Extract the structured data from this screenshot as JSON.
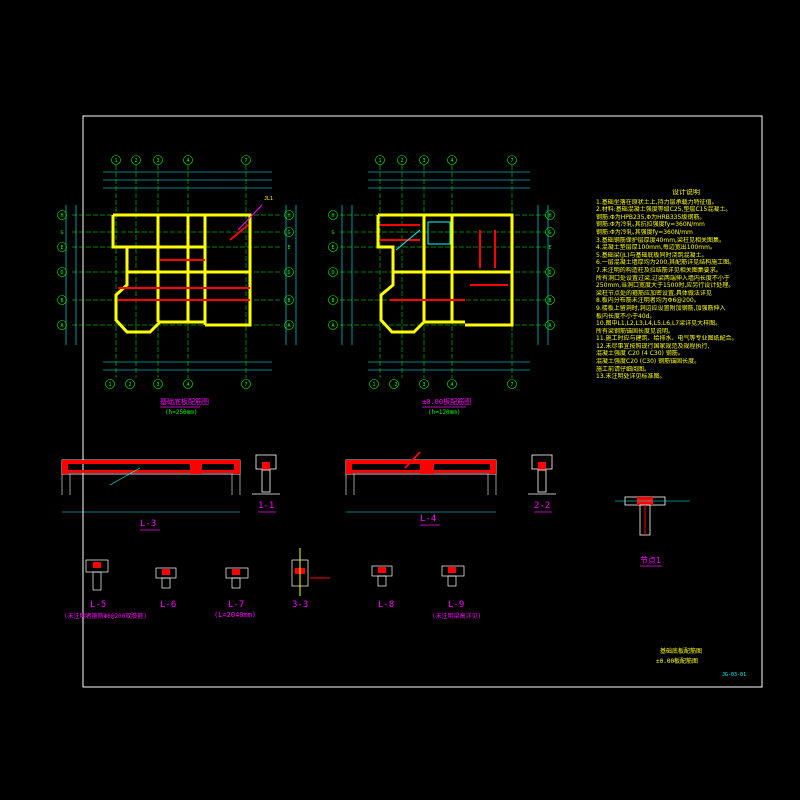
{
  "sheet": {
    "colors": {
      "background": "#000000",
      "frame": "#ffffff",
      "walls": "#ffff00",
      "beams": "#ff0000",
      "grid": "#00ff00",
      "dims": "#00ffff",
      "labels": "#ff00ff"
    }
  },
  "plans": {
    "left": {
      "title": "基础底板配筋图",
      "scale": "(h=250mm)",
      "grid_top": [
        "1",
        "2",
        "3",
        "4",
        "7"
      ],
      "grid_side": [
        "H",
        "G",
        "E",
        "D",
        "B",
        "A"
      ]
    },
    "right": {
      "title": "±0.00板配筋图",
      "scale": "(h=120mm)",
      "grid_top": [
        "1",
        "2",
        "3",
        "4",
        "7"
      ],
      "grid_side": [
        "H",
        "G",
        "E",
        "D",
        "B",
        "A"
      ]
    }
  },
  "notes": {
    "title": "设计说明",
    "items": [
      "1.基础坐落在原状土上,持力层承载力特征值。",
      "2.材料:基础混凝土强度等级C25,垫层C15混凝土。",
      "  钢筋:Φ为HPB235,Φ为HRB335级钢筋。",
      "  钢筋:Φ为冷轧,其抗拉强度fy=360N/mm",
      "  钢筋:Φ为冷轧,其强度fy=360N/mm",
      "3.基础钢筋保护层厚度40mm,梁柱见相关图集。",
      "4.混凝土垫层厚100mm,每边宽出100mm。",
      "5.基础梁(JL)与基础底板同时浇筑混凝土。",
      "6.一层混凝土墙厚均为200,其配筋详见结构施工图。",
      "7.未注明的构造柱及拉结筋详见相关图集要求。",
      "  所有洞口处设置过梁,过梁两端伸入墙内长度不小于",
      "  250mm,当洞口宽度大于1500时,应另行设计处理。",
      "  梁柱节点处的箍筋应加密设置,具体做法详见",
      "8.板内分布筋未注明者均为Φ6@200。",
      "9.楼板上留洞时,洞边应设置附加钢筋,加强筋伸入",
      "  板内长度不小于40d。",
      "10.图中L1,L2,L3,L4,L5,L6,L7梁详见大样图。",
      "  所有梁钢筋锚固长度见说明。",
      "11.施工时应与建筑、给排水、电气等专业图纸配合。",
      "12.未尽事宜按照现行国家规范及规程执行,",
      "  混凝土强度 C20 (4 C30) 钢筋。",
      "  混凝土强度C20 (C30) 钢筋锚固长度。",
      "  施工前请仔细阅图。",
      "13.未注明处详见标准图。"
    ]
  },
  "sections": {
    "L3": {
      "label": "L-3"
    },
    "L4": {
      "label": "L-4"
    },
    "s11": {
      "label": "1-1"
    },
    "s22": {
      "label": "2-2"
    },
    "L5": {
      "label": "L-5",
      "note": "(未注明者箍筋Φ6@200双肢箍)"
    },
    "L6": {
      "label": "L-6"
    },
    "L7": {
      "label": "L-7",
      "note": "(L=2040mm)"
    },
    "s33": {
      "label": "3-3"
    },
    "L8": {
      "label": "L-8"
    },
    "L9": {
      "label": "L-9",
      "note": "(未注明梁高详见)"
    },
    "detail": {
      "label": "节点1"
    }
  },
  "title_block": {
    "line1": "基础底板配筋图",
    "line2": "±0.00板配筋图",
    "sheet_no": "JG-03-01"
  }
}
